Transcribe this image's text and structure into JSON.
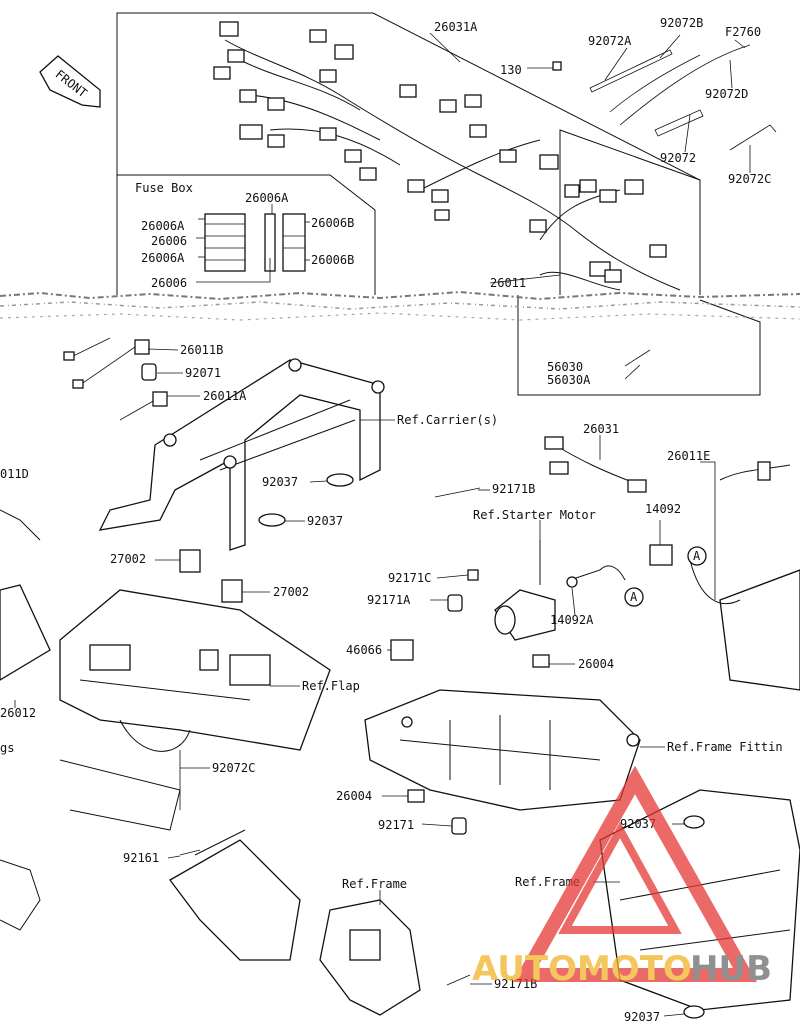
{
  "front_badge": "FRONT",
  "fuse_box": {
    "title": "Fuse Box",
    "top_label": "26006A",
    "left_labels": [
      "26006A",
      "26006",
      "26006A",
      "26006"
    ],
    "right_labels": [
      "26006B",
      "26006B"
    ]
  },
  "parts": [
    {
      "id": "26031A",
      "text": "26031A"
    },
    {
      "id": "130",
      "text": "130"
    },
    {
      "id": "92072A",
      "text": "92072A"
    },
    {
      "id": "92072B",
      "text": "92072B"
    },
    {
      "id": "F2760",
      "text": "F2760"
    },
    {
      "id": "92072D",
      "text": "92072D"
    },
    {
      "id": "92072",
      "text": "92072"
    },
    {
      "id": "92072C-top",
      "text": "92072C"
    },
    {
      "id": "26011",
      "text": "26011"
    },
    {
      "id": "26011B",
      "text": "26011B"
    },
    {
      "id": "92071",
      "text": "92071"
    },
    {
      "id": "26011A",
      "text": "26011A"
    },
    {
      "id": "56030",
      "text": "56030"
    },
    {
      "id": "56030A",
      "text": "56030A"
    },
    {
      "id": "26031",
      "text": "26031"
    },
    {
      "id": "26011E",
      "text": "26011E"
    },
    {
      "id": "92037-a",
      "text": "92037"
    },
    {
      "id": "92171B-a",
      "text": "92171B"
    },
    {
      "id": "14092",
      "text": "14092"
    },
    {
      "id": "92037-b",
      "text": "92037"
    },
    {
      "id": "26011D",
      "text": "011D"
    },
    {
      "id": "27002-a",
      "text": "27002"
    },
    {
      "id": "27002-b",
      "text": "27002"
    },
    {
      "id": "92171C",
      "text": "92171C"
    },
    {
      "id": "92171A",
      "text": "92171A"
    },
    {
      "id": "14092A",
      "text": "14092A"
    },
    {
      "id": "46066",
      "text": "46066"
    },
    {
      "id": "26004-a",
      "text": "26004"
    },
    {
      "id": "26012",
      "text": "26012"
    },
    {
      "id": "gs",
      "text": "gs"
    },
    {
      "id": "92072C-bot",
      "text": "92072C"
    },
    {
      "id": "26004-b",
      "text": "26004"
    },
    {
      "id": "92171",
      "text": "92171"
    },
    {
      "id": "92037-c",
      "text": "92037"
    },
    {
      "id": "92161",
      "text": "92161"
    },
    {
      "id": "92171B-b",
      "text": "92171B"
    },
    {
      "id": "92037-d",
      "text": "92037"
    }
  ],
  "refs": {
    "carriers": "Ref.Carrier(s)",
    "starter_motor": "Ref.Starter Motor",
    "flap": "Ref.Flap",
    "frame_fitting": "Ref.Frame Fittin",
    "frame_center": "Ref.Frame",
    "frame_right": "Ref.Frame"
  },
  "callout_letter": "A",
  "watermark": {
    "part1": "AUTOMOTO",
    "part2": "HUB",
    "color1": "#f0b429",
    "color2": "#6b6b6b",
    "triangle": "#e53935"
  }
}
